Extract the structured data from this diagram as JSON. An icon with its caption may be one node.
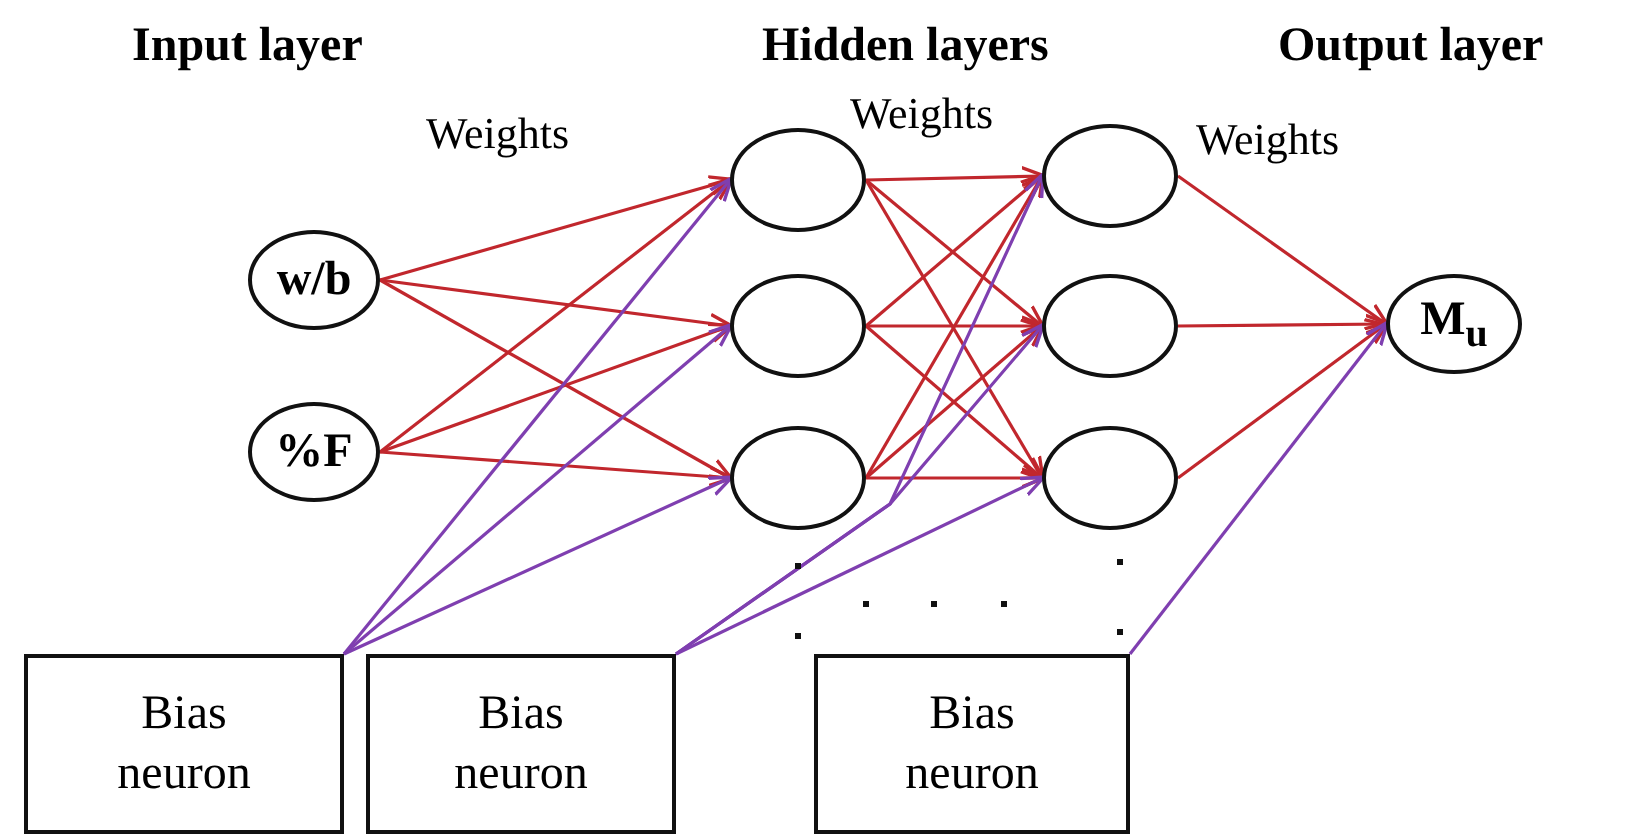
{
  "diagram": {
    "nodes": [
      {
        "text": [
          "w/b"
        ]
      },
      {
        "text": [
          "%F"
        ]
      },
      {
        "text": [],
        "shape": "circle"
      },
      {
        "text": [],
        "shape": "circle"
      },
      {
        "text": [],
        "shape": "circle"
      },
      {
        "text": [],
        "shape": "circle"
      },
      {
        "text": [],
        "shape": "circle"
      },
      {
        "text": [],
        "shape": "circle"
      },
      {
        "text": [
          "M$_{u}$"
        ]
      },
      {
        "text": [
          "Bias neuron"
        ]
      },
      {
        "text": [
          "Bias neuron"
        ]
      },
      {
        "text": [
          "Bias neuron"
        ]
      }
    ],
    "edges": [
      {
        "from": 0,
        "to": 2,
        "arrow": "to"
      },
      {
        "from": 0,
        "to": 3,
        "arrow": "to"
      },
      {
        "from": 0,
        "to": 4,
        "arrow": "to"
      },
      {
        "from": 1,
        "to": 2,
        "arrow": "to"
      },
      {
        "from": 1,
        "to": 3,
        "arrow": "to"
      },
      {
        "from": 1,
        "to": 4,
        "arrow": "to"
      },
      {
        "from": 2,
        "to": 5,
        "arrow": "to"
      },
      {
        "from": 2,
        "to": 6,
        "arrow": "to"
      },
      {
        "from": 2,
        "to": 7,
        "arrow": "to"
      },
      {
        "from": 3,
        "to": 5,
        "arrow": "to"
      },
      {
        "from": 3,
        "to": 6,
        "arrow": "to"
      },
      {
        "from": 3,
        "to": 7,
        "arrow": "to"
      },
      {
        "from": 4,
        "to": 5,
        "arrow": "to"
      },
      {
        "from": 4,
        "to": 6,
        "arrow": "to"
      },
      {
        "from": 4,
        "to": 7,
        "arrow": "to"
      },
      {
        "from": 5,
        "to": 8,
        "arrow": "to"
      },
      {
        "from": 6,
        "to": 8,
        "arrow": "to"
      },
      {
        "from": 7,
        "to": 8,
        "arrow": "to"
      },
      {
        "from": 9,
        "to": 2,
        "arrow": "to",
        "color": "#7f3fb0"
      },
      {
        "from": 9,
        "to": 3,
        "arrow": "to",
        "color": "#7f3fb0"
      },
      {
        "from": 9,
        "to": 4,
        "arrow": "to",
        "color": "#7f3fb0"
      },
      {
        "from": 10,
        "to": 5,
        "arrow": "to",
        "color": "#7f3fb0"
      },
      {
        "from": 10,
        "to": 6,
        "arrow": "to",
        "color": "#7f3fb0"
      },
      {
        "from": 10,
        "to": 7,
        "arrow": "to",
        "color": "#7f3fb0"
      },
      {
        "from": 11,
        "to": 8,
        "arrow": "to",
        "color": "#7f3fb0"
      }
    ],
    "labels": [
      "Input layer",
      "Hidden layers",
      "Output layer",
      "Weights",
      "Weights",
      "Weights"
    ]
  }
}
